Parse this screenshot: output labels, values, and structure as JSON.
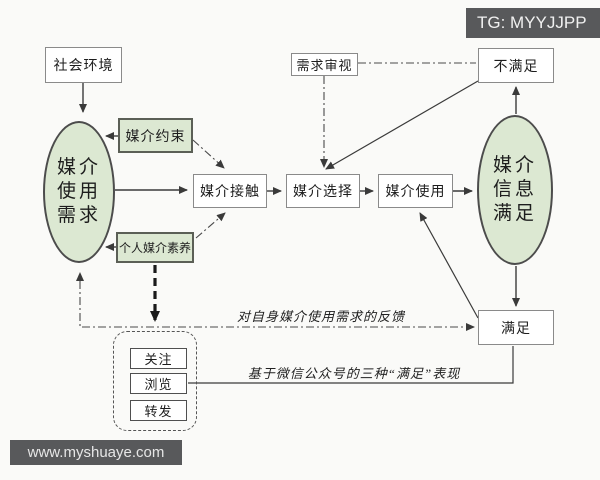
{
  "watermarks": {
    "tg": "TG: MYYJJPP",
    "site": "www.myshuaye.com"
  },
  "nodes": {
    "social_env": {
      "label": "社会环境"
    },
    "media_use_needs": {
      "lines": [
        "媒介",
        "使用",
        "需求"
      ]
    },
    "media_constraint": {
      "label": "媒介约束"
    },
    "personal_literacy": {
      "label": "个人媒介素养"
    },
    "media_contact": {
      "label": "媒介接触"
    },
    "media_selection": {
      "label": "媒介选择"
    },
    "media_use": {
      "label": "媒介使用"
    },
    "need_review": {
      "label": "需求审视"
    },
    "unsatisfied": {
      "label": "不满足"
    },
    "media_info_satisfaction": {
      "lines": [
        "媒介",
        "信息",
        "满足"
      ]
    },
    "satisfied": {
      "label": "满足"
    },
    "behaviors": {
      "items": [
        "关注",
        "浏览",
        "转发"
      ]
    }
  },
  "annotations": {
    "feedback": "对自身媒介使用需求的反馈",
    "wechat": "基于微信公众号的三种“满足”表现"
  },
  "colors": {
    "node_green": "#dce8d2",
    "line": "#3a3a3a",
    "banner_bg": "#58595b",
    "background": "#fafaf8"
  },
  "edges": [
    {
      "from": "social_env",
      "to": "media_use_needs",
      "style": "solid-arrow"
    },
    {
      "from": "media_use_needs",
      "to": "media_contact",
      "style": "solid-arrow"
    },
    {
      "from": "media_contact",
      "to": "media_selection",
      "style": "solid-arrow"
    },
    {
      "from": "media_selection",
      "to": "media_use",
      "style": "solid-arrow"
    },
    {
      "from": "media_use",
      "to": "media_info_satisfaction",
      "style": "solid-arrow"
    },
    {
      "from": "media_info_satisfaction",
      "to": "unsatisfied",
      "style": "solid-arrow"
    },
    {
      "from": "media_info_satisfaction",
      "to": "satisfied",
      "style": "solid-arrow"
    },
    {
      "from": "unsatisfied",
      "to": "media_selection",
      "style": "solid-arrow"
    },
    {
      "from": "satisfied",
      "to": "media_use",
      "style": "solid-arrow"
    },
    {
      "from": "media_constraint",
      "to": "media_use_needs",
      "style": "solid-arrow"
    },
    {
      "from": "media_constraint",
      "to": "media_contact",
      "style": "dashdot-arrow"
    },
    {
      "from": "personal_literacy",
      "to": "media_use_needs",
      "style": "solid-arrow"
    },
    {
      "from": "personal_literacy",
      "to": "media_contact",
      "style": "dashdot-arrow"
    },
    {
      "from": "personal_literacy",
      "to": "behaviors",
      "style": "thick-dash-arrow"
    },
    {
      "from": "unsatisfied",
      "to": "need_review",
      "style": "dashdot"
    },
    {
      "from": "need_review",
      "to": "media_selection",
      "style": "dashdot-arrow"
    },
    {
      "from": "satisfied",
      "to": "media_use_needs",
      "style": "dashdot-arrow",
      "label": "对自身媒介使用需求的反馈"
    },
    {
      "from": "behaviors",
      "to": "satisfied",
      "style": "solid",
      "label": "基于微信公众号的三种“满足”表现"
    }
  ]
}
